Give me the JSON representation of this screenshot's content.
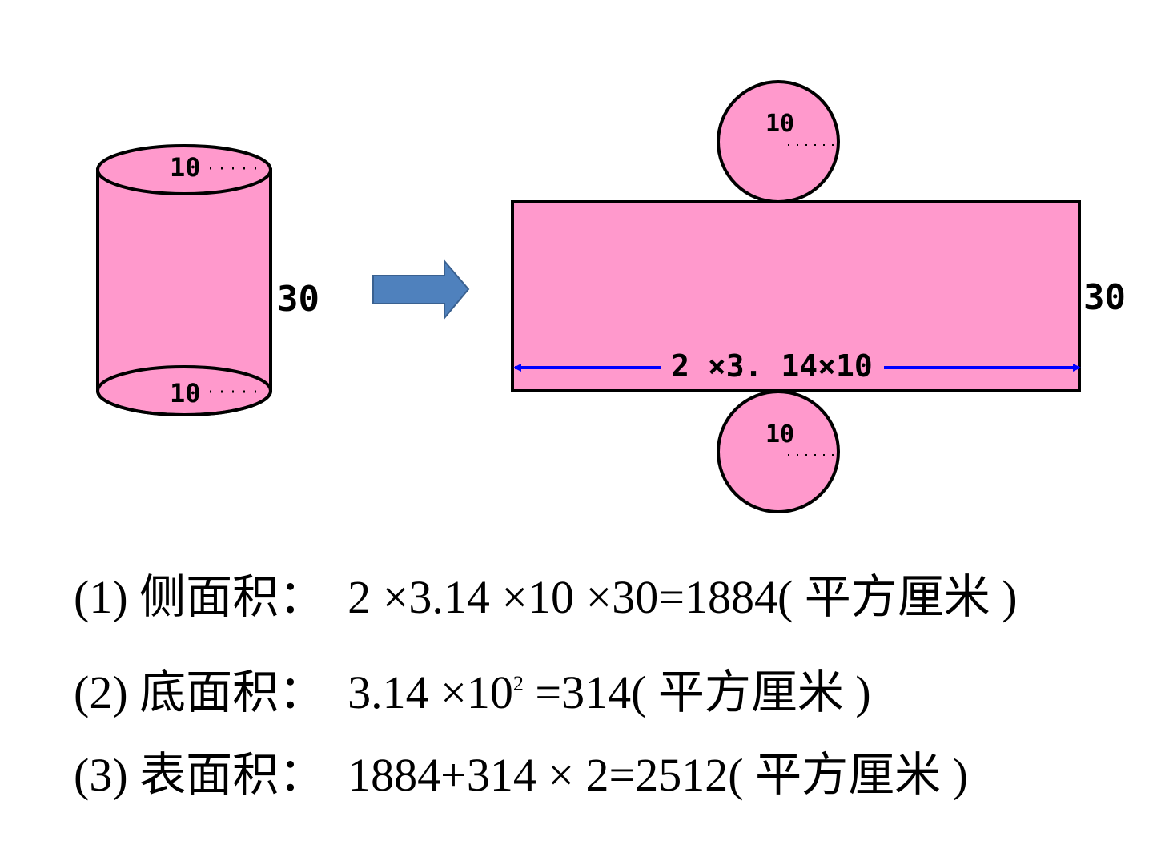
{
  "diagram": {
    "cylinder": {
      "top_radius_label": "10",
      "bottom_radius_label": "10",
      "height_label": "30"
    },
    "net": {
      "top_circle_radius_label": "10",
      "bottom_circle_radius_label": "10",
      "rect_height_label": "30",
      "rect_width_label": "2 ×3. 14×10"
    },
    "colors": {
      "fill": "#FF99CC",
      "stroke": "#000000",
      "arrow": "#4F81BD",
      "dimension_line": "#0000FF"
    }
  },
  "formulas": [
    {
      "label": "(1) 侧面积：",
      "formula": "2 ×3.14 ×10 ×30=1884( 平方厘米 )"
    },
    {
      "label": "(2) 底面积：",
      "formula_pre": "3.14 ×10",
      "formula_sup": "2",
      "formula_post": " =314( 平方厘米 )"
    },
    {
      "label": "(3) 表面积：",
      "formula": "1884+314 × 2=2512( 平方厘米 )"
    }
  ]
}
